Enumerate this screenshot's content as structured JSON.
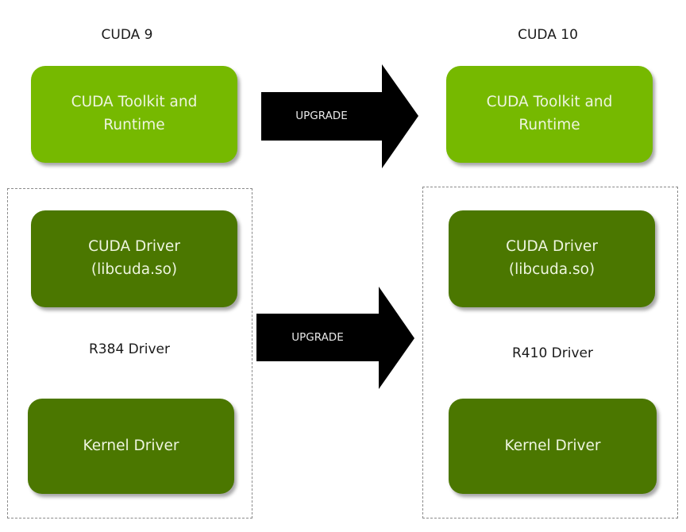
{
  "colors": {
    "toolkit_green": "#76b900",
    "driver_green": "#4b7700",
    "arrow": "#000000",
    "dashed_border": "#8a8a8a"
  },
  "left": {
    "heading": "CUDA 9",
    "toolkit_box": {
      "line1": "CUDA Toolkit and",
      "line2": "Runtime"
    },
    "driver_group": {
      "cuda_driver": {
        "line1": "CUDA Driver",
        "line2": "(libcuda.so)"
      },
      "label": "R384 Driver",
      "kernel_driver": "Kernel Driver"
    }
  },
  "right": {
    "heading": "CUDA 10",
    "toolkit_box": {
      "line1": "CUDA Toolkit and",
      "line2": "Runtime"
    },
    "driver_group": {
      "cuda_driver": {
        "line1": "CUDA Driver",
        "line2": "(libcuda.so)"
      },
      "label": "R410 Driver",
      "kernel_driver": "Kernel Driver"
    }
  },
  "arrows": [
    {
      "label": "UPGRADE",
      "icon": "right-arrow-icon"
    },
    {
      "label": "UPGRADE",
      "icon": "right-arrow-icon"
    }
  ]
}
